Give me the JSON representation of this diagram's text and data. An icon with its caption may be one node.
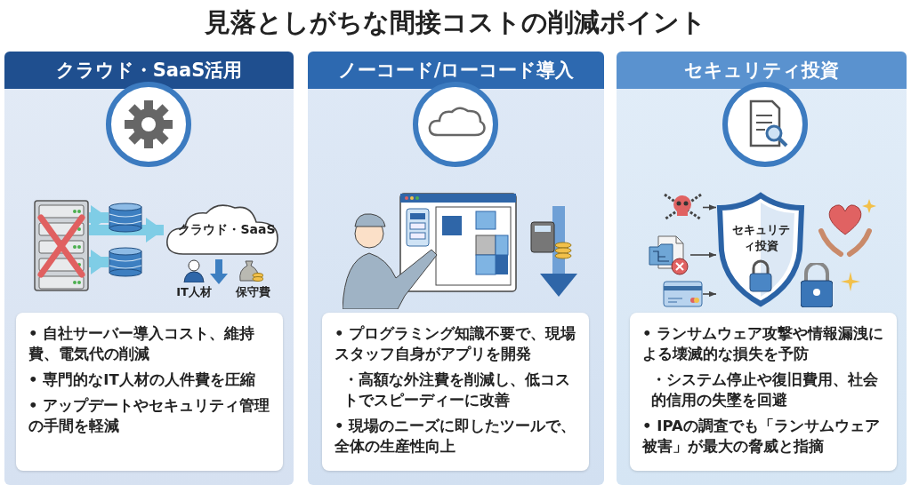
{
  "diagram": {
    "title": "見落としがちな間接コストの削減ポイント",
    "nodes": [
      {
        "text": [
          "クラウド・SaaS活用"
        ]
      },
      {
        "text": [],
        "shape": "picture",
        "in": 0
      },
      {
        "text": [],
        "shape": "cylinder",
        "in": 0
      },
      {
        "text": [],
        "shape": "cylinder",
        "in": 0
      },
      {
        "text": [
          "クラウド・SaaS"
        ],
        "in": 0
      },
      {
        "text": [
          "• 自社サーバー導入コスト、維持費、電気代の削減",
          "• 専門的なIT人材の人件費を圧縮",
          "• アップデートやセキュリティ管理の手間を軽減"
        ],
        "in": 0
      },
      {
        "text": [
          "ノーコード/ローコード導入"
        ]
      },
      {
        "text": [
          "• プログラミング知識不要で、現場スタッフ自身がアプリを開発",
          "・高額な外注費を削減し、低コストでスピーディーに改善",
          "• 現場のニーズに即したツールで、全体の生産性向上"
        ],
        "in": 6
      },
      {
        "text": [
          "セキュリティ投資"
        ]
      },
      {
        "text": [],
        "shape": "picture",
        "in": 8
      },
      {
        "text": [],
        "shape": "picture",
        "in": 8
      },
      {
        "text": [],
        "shape": "picture",
        "in": 8
      },
      {
        "text": [
          "セキュリティ投資"
        ],
        "in": 8
      },
      {
        "text": [
          "• ランサムウェア攻撃や情報漏洩による壊滅的な損失を予防",
          "・システム停止や復旧費用、社会的信用の失墜を回避",
          "• IPAの調査でも「ランサムウェア被害」が最大の脅威と指摘"
        ],
        "in": 8
      }
    ],
    "edges": [
      {
        "from": 1,
        "to": 2,
        "arrow": "to",
        "style": "thick",
        "color": "#7fcde6"
      },
      {
        "from": 1,
        "to": 3,
        "arrow": "to",
        "style": "thick",
        "color": "#7fcde6"
      },
      {
        "from": 1,
        "to": 4,
        "arrow": "to",
        "style": "thick",
        "color": "#7fcde6"
      },
      {
        "from": 9,
        "to": 12,
        "arrow": "to",
        "color": "#444444"
      },
      {
        "from": 10,
        "to": 12,
        "arrow": "to",
        "color": "#444444"
      },
      {
        "from": 11,
        "to": 12,
        "arrow": "to",
        "color": "#444444"
      }
    ],
    "labels": [
      "IT人材",
      "保守費"
    ]
  }
}
